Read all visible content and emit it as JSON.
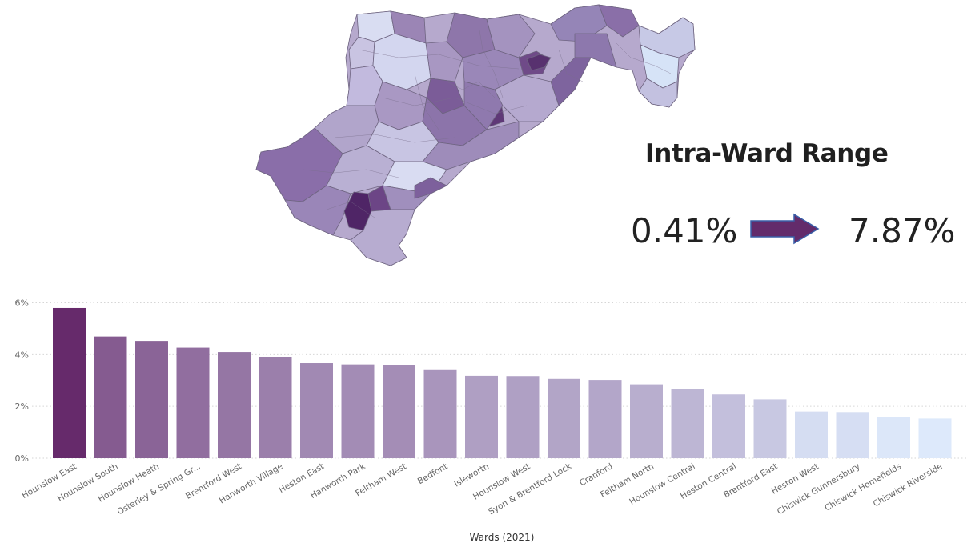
{
  "range": {
    "title": "Intra-Ward Range",
    "min": "0.41%",
    "max": "7.87%"
  },
  "colors": {
    "darkest": "#662a6b",
    "lightest": "#dde9fb",
    "arrow": "#632b6b",
    "grid": "#d6d6d6",
    "axis_text": "#666666"
  },
  "chart_data": {
    "type": "bar",
    "xlabel": "Wards (2021)",
    "ylabel": "",
    "ylim": [
      0,
      6.2
    ],
    "yticks": [
      0,
      2,
      4,
      6
    ],
    "ytick_labels": [
      "0%",
      "2%",
      "4%",
      "6%"
    ],
    "grid": true,
    "categories": [
      "Hounslow East",
      "Hounslow South",
      "Hounslow Heath",
      "Osterley & Spring Gr...",
      "Brentford West",
      "Hanworth Village",
      "Heston East",
      "Hanworth Park",
      "Feltham West",
      "Bedfont",
      "Isleworth",
      "Hounslow West",
      "Syon & Brentford Lock",
      "Cranford",
      "Feltham North",
      "Hounslow Central",
      "Heston Central",
      "Brentford East",
      "Heston West",
      "Chiswick Gunnersbury",
      "Chiswick Homefields",
      "Chiswick Riverside"
    ],
    "values": [
      5.8,
      4.7,
      4.5,
      4.27,
      4.1,
      3.9,
      3.67,
      3.62,
      3.58,
      3.4,
      3.18,
      3.17,
      3.06,
      3.02,
      2.85,
      2.68,
      2.46,
      2.27,
      1.8,
      1.78,
      1.58,
      1.53
    ]
  }
}
